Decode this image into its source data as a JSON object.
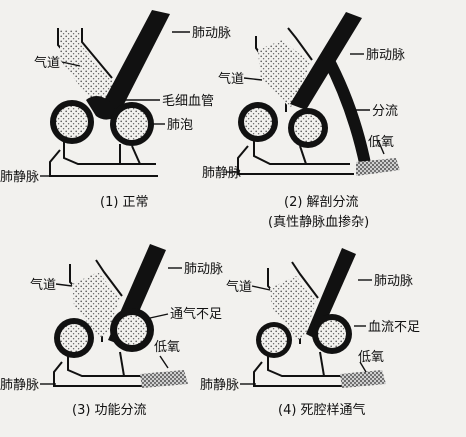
{
  "panels": [
    {
      "caption": "(1) 正常",
      "labels": {
        "airway": "气道",
        "artery": "肺动脉",
        "capillary": "毛细血管",
        "alveolus": "肺泡",
        "vein": "肺静脉"
      }
    },
    {
      "caption": "(2) 解剖分流",
      "caption2": "(真性静脉血掺杂)",
      "labels": {
        "airway": "气道",
        "artery": "肺动脉",
        "shunt": "分流",
        "lowo2": "低氧",
        "vein": "肺静脉"
      }
    },
    {
      "caption": "(3) 功能分流",
      "labels": {
        "airway": "气道",
        "artery": "肺动脉",
        "hypovent": "通气不足",
        "lowo2": "低氧",
        "vein": "肺静脉"
      }
    },
    {
      "caption": "(4) 死腔样通气",
      "labels": {
        "airway": "气道",
        "artery": "肺动脉",
        "hypoperf": "血流不足",
        "lowo2": "低氧",
        "vein": "肺静脉"
      }
    }
  ],
  "colors": {
    "ink": "#111111",
    "paper": "#f2f1ee",
    "stipple": "#6a6a6a"
  }
}
